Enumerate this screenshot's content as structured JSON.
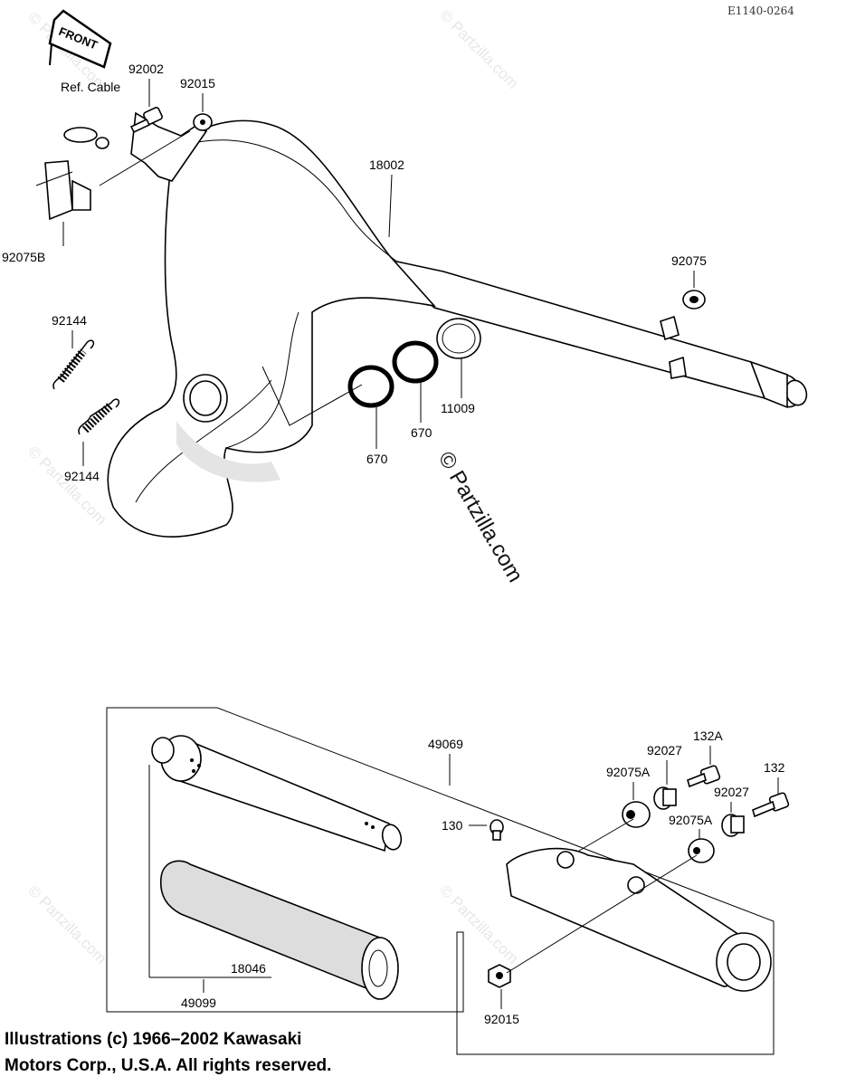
{
  "diagram_code": "E1140-0264",
  "front_label": "FRONT",
  "ref_cable": "Ref. Cable",
  "watermark": "© Partzilla.com",
  "parts": {
    "p92002": "92002",
    "p92015_top": "92015",
    "p18002": "18002",
    "p92075B": "92075B",
    "p92075": "92075",
    "p92144_a": "92144",
    "p92144_b": "92144",
    "p11009": "11009",
    "p670_a": "670",
    "p670_b": "670",
    "p49069": "49069",
    "p132A": "132A",
    "p92027_a": "92027",
    "p132": "132",
    "p92075A_a": "92075A",
    "p92027_b": "92027",
    "p130": "130",
    "p92075A_b": "92075A",
    "p18046": "18046",
    "p49099": "49099",
    "p92015_bottom": "92015"
  },
  "copyright": {
    "line1": "Illustrations (c) 1966–2002 Kawasaki",
    "line2": "Motors Corp., U.S.A.  All rights reserved."
  }
}
